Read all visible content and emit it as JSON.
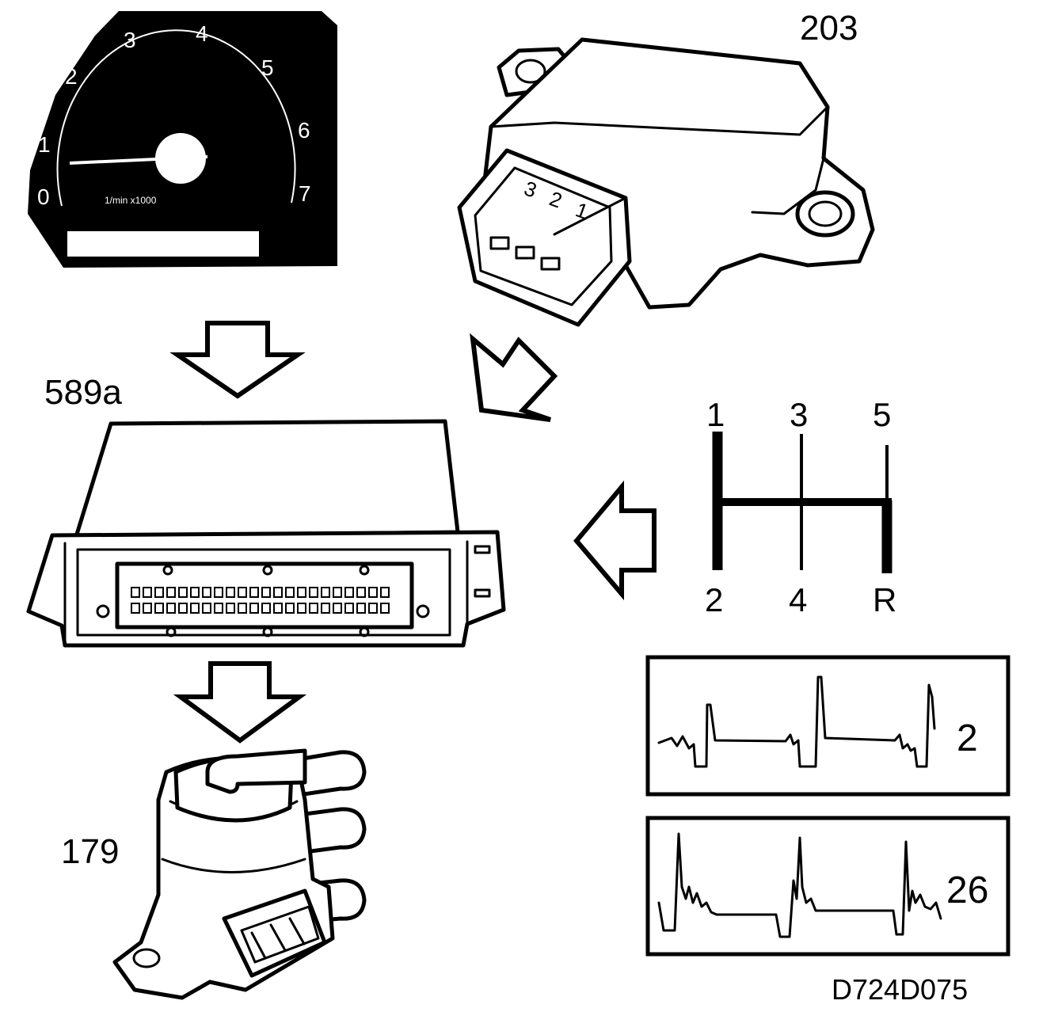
{
  "labels": {
    "throttle_sensor": "203",
    "control_unit": "589a",
    "valve": "179",
    "code": "D724D075"
  },
  "tachometer": {
    "ticks": [
      "0",
      "1",
      "2",
      "3",
      "4",
      "5",
      "6",
      "7"
    ],
    "unit": "1/min x1000"
  },
  "connector_pins": [
    "3",
    "2",
    "1"
  ],
  "gear_pattern": {
    "top": [
      "1",
      "3",
      "5"
    ],
    "bottom": [
      "2",
      "4",
      "R"
    ]
  },
  "waveforms": [
    {
      "label": "2"
    },
    {
      "label": "26"
    }
  ]
}
